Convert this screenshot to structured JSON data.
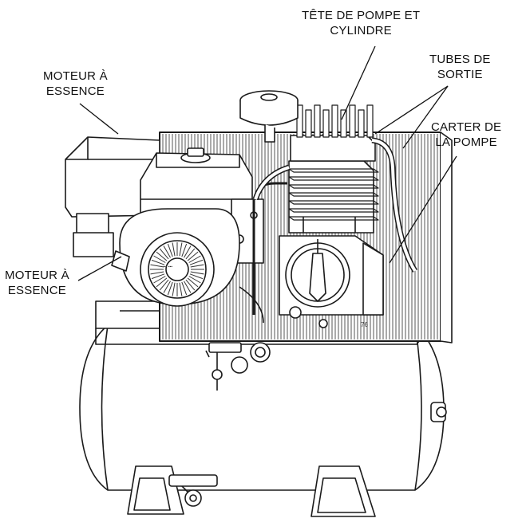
{
  "labels": {
    "pump_head": {
      "line1": "TÊTE DE POMPE ET",
      "line2": "CYLINDRE"
    },
    "outlet_tubes": {
      "line1": "TUBES DE",
      "line2": "SORTIE"
    },
    "pump_crankcase": {
      "line1": "CARTER DE",
      "line2": "LA POMPE"
    },
    "engine_top": {
      "line1": "MOTEUR À",
      "line2": "ESSENCE"
    },
    "engine_left": {
      "line1": "MOTEUR À",
      "line2": "ESSENCE"
    }
  },
  "colors": {
    "line": "#1a1a1a",
    "fill": "#ffffff",
    "fin": "#555555"
  }
}
